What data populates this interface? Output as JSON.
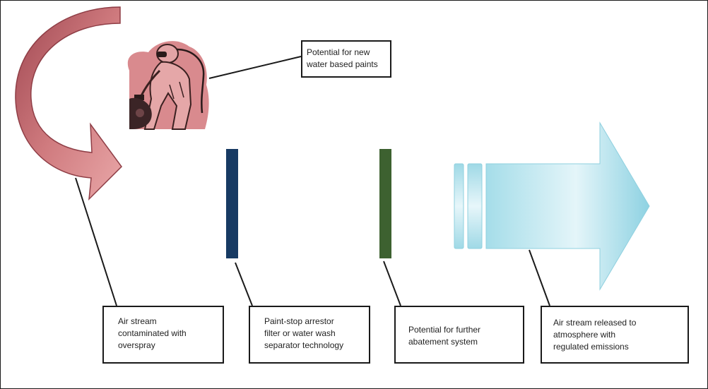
{
  "callouts": {
    "paints": [
      "Potential for new",
      "water based paints"
    ],
    "airstream": [
      "Air stream",
      "contaminated with",
      "overspray"
    ],
    "paintstop": [
      "Paint-stop arrestor",
      "filter or water wash",
      "separator technology"
    ],
    "abatement": [
      "Potential for further",
      "abatement system"
    ],
    "released": [
      "Air stream released to",
      "atmosphere with",
      "regulated emissions"
    ]
  },
  "colors": {
    "curved_arrow": "#c8686e",
    "filter_bar": "#173a63",
    "abatement_bar": "#3d6130",
    "output_arrow": "#8fd4e4",
    "painter_background": "#d98a8e",
    "outline": "#1a1a1a"
  },
  "icons": {
    "painter": "spray-painter-icon",
    "curved_arrow": "curved-arrow-icon",
    "output_arrow": "right-arrow-icon"
  }
}
